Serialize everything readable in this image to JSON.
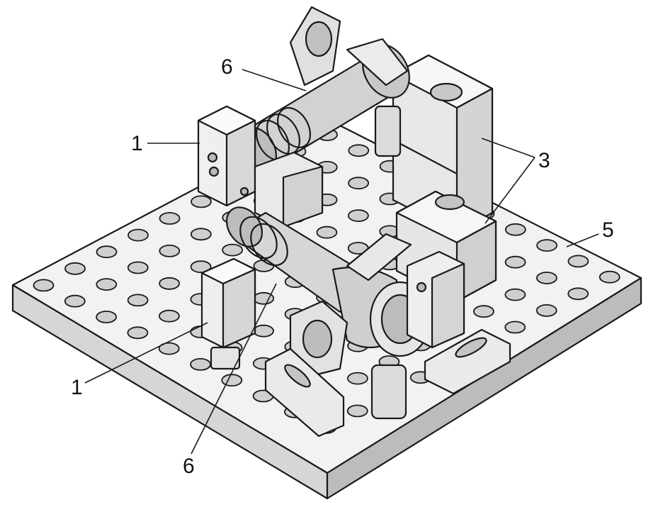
{
  "figure": {
    "labels": [
      {
        "id": "label-1-upper",
        "text": "1"
      },
      {
        "id": "label-1-lower",
        "text": "1"
      },
      {
        "id": "label-3",
        "text": "3"
      },
      {
        "id": "label-5",
        "text": "5"
      },
      {
        "id": "label-6-upper",
        "text": "6"
      },
      {
        "id": "label-6-lower",
        "text": "6"
      }
    ],
    "colors": {
      "line": "#1a1a1a",
      "part_fill_light": "#efefef",
      "part_fill_mid": "#d9d9d9",
      "part_fill_dark": "#bdbdbd",
      "hole_fill": "#cfcfcf"
    }
  }
}
